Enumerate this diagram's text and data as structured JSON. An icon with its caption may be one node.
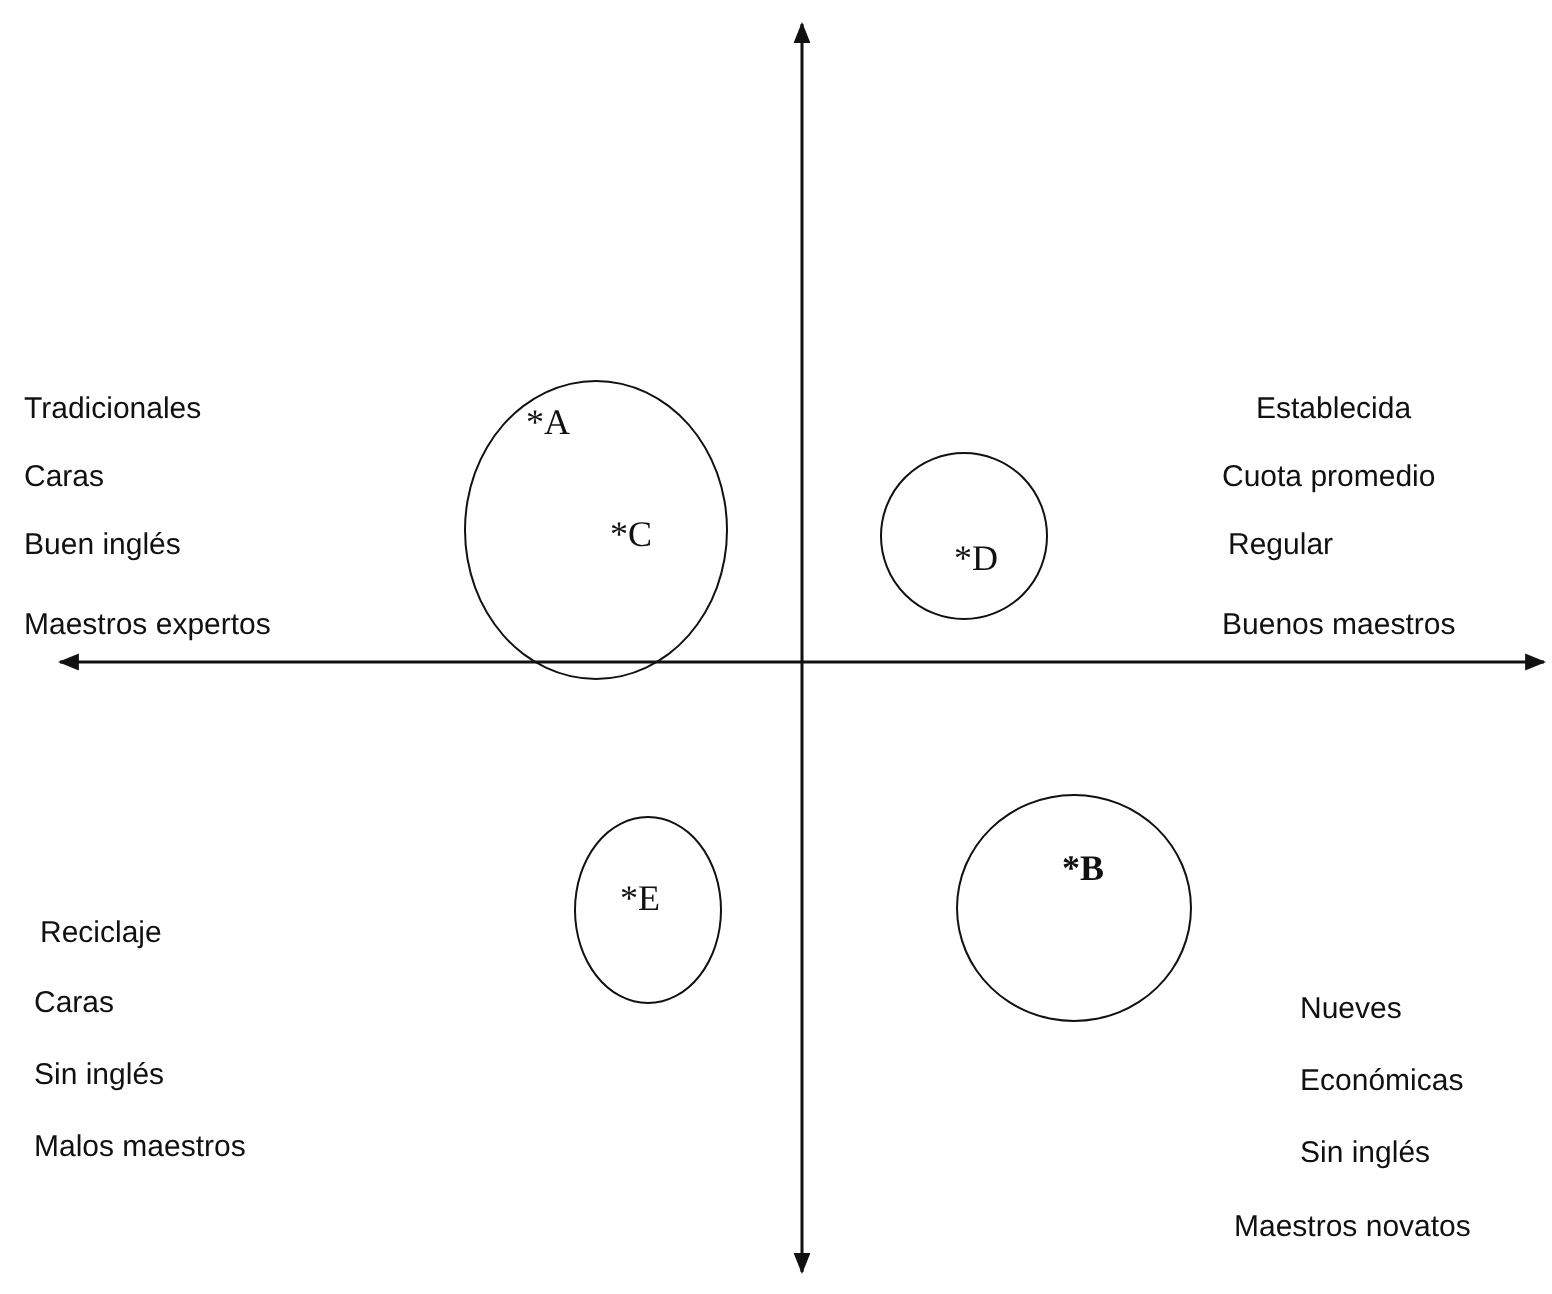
{
  "diagram": {
    "nodes": [
      {
        "text": [
          "*A",
          "*C"
        ]
      },
      {
        "text": [
          "*D"
        ]
      },
      {
        "text": [
          "*E"
        ]
      },
      {
        "text": [
          "*B"
        ]
      }
    ],
    "labels": [
      "Tradicionales",
      "Caras",
      "Buen inglés",
      "Maestros expertos",
      "Establecida",
      "Cuota promedio",
      "Regular",
      "Buenos maestros",
      "Reciclaje",
      "Caras",
      "Sin inglés",
      "Malos maestros",
      "Nueves",
      "Económicas",
      "Sin inglés",
      "Maestros novatos"
    ]
  }
}
